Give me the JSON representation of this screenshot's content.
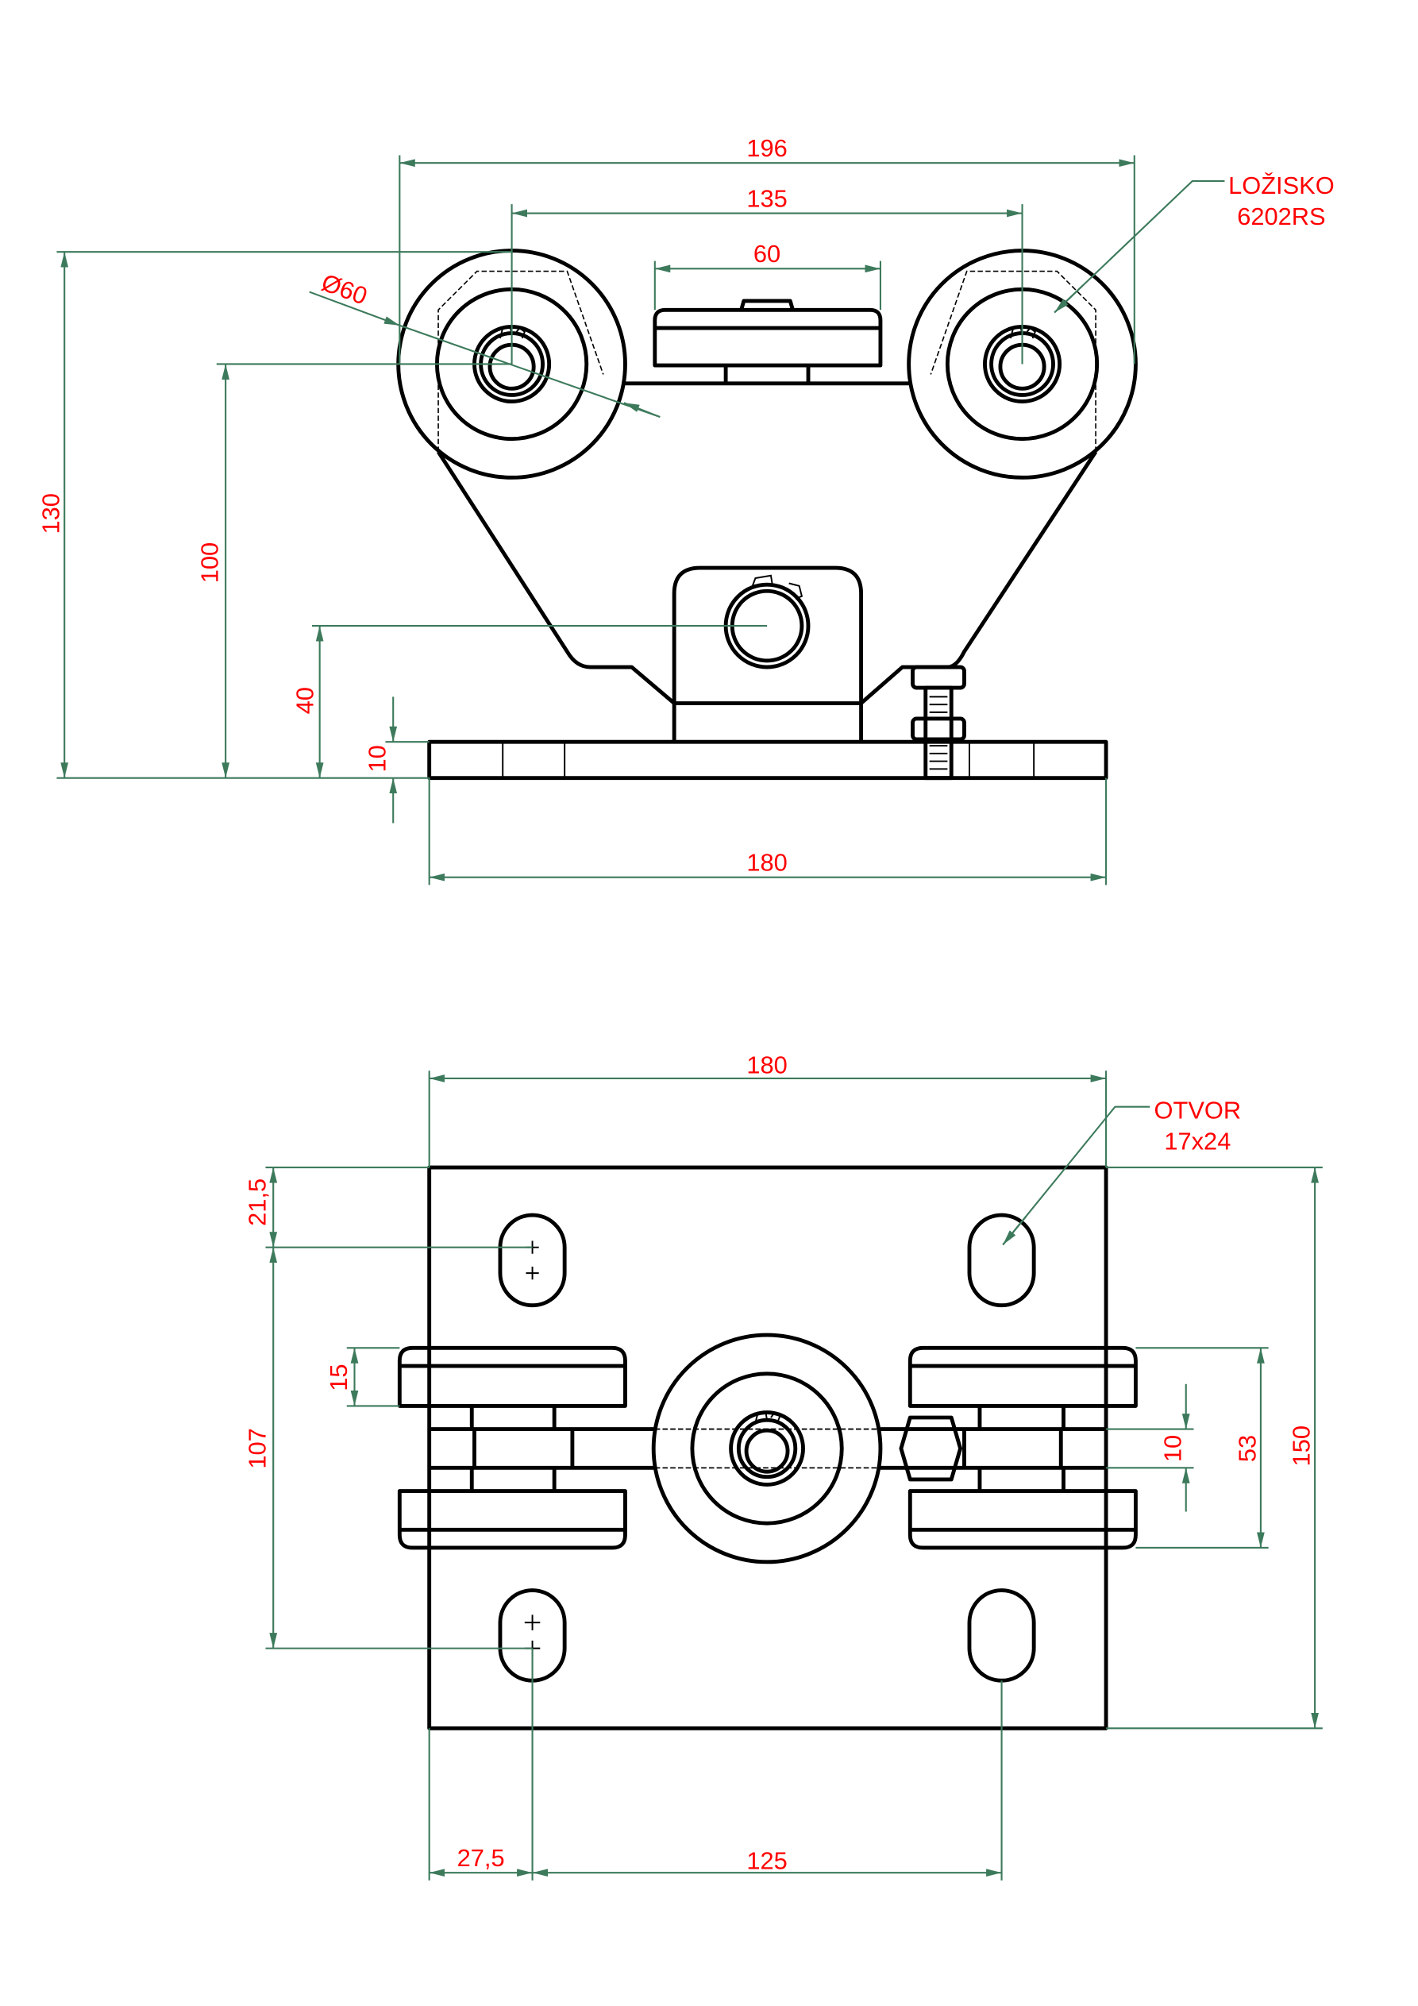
{
  "colors": {
    "dimension_line": "#3d7a5c",
    "dimension_text": "#ff0000",
    "geometry": "#000000"
  },
  "top_view": {
    "dims": {
      "overall_width": "196",
      "wheel_spacing": "135",
      "block_width": "60",
      "wheel_diameter": "Ø60",
      "total_height": "130",
      "axle_height": "100",
      "pin_height": "40",
      "plate_thickness": "10",
      "plate_length": "180"
    },
    "bearing_note": {
      "line1": "LOŽISKO",
      "line2": "6202RS"
    }
  },
  "bottom_view": {
    "dims": {
      "plate_length": "180",
      "slot_offset": "21,5",
      "slot_spacing_y": "107",
      "roller_width": "15",
      "axle_thickness": "10",
      "roller_span": "53",
      "plate_width": "150",
      "slot_offset_x": "27,5",
      "slot_spacing_x": "125"
    },
    "hole_note": {
      "line1": "OTVOR",
      "line2": "17x24"
    }
  }
}
